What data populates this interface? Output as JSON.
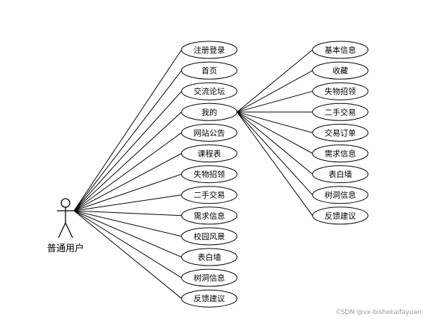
{
  "actor": {
    "name": "普通用户"
  },
  "use_cases": [
    "注册登录",
    "首页",
    "交流论坛",
    "我的",
    "网站公告",
    "课程表",
    "失物招领",
    "二手交易",
    "需求信息",
    "校园风景",
    "表白墙",
    "树洞信息",
    "反馈建议"
  ],
  "sub_use_cases": [
    "基本信息",
    "收藏",
    "失物招领",
    "二手交易",
    "交易订单",
    "需求信息",
    "表白墙",
    "树洞信息",
    "反馈建议"
  ],
  "watermark": "CSDN @vx-bishekaifayuan"
}
